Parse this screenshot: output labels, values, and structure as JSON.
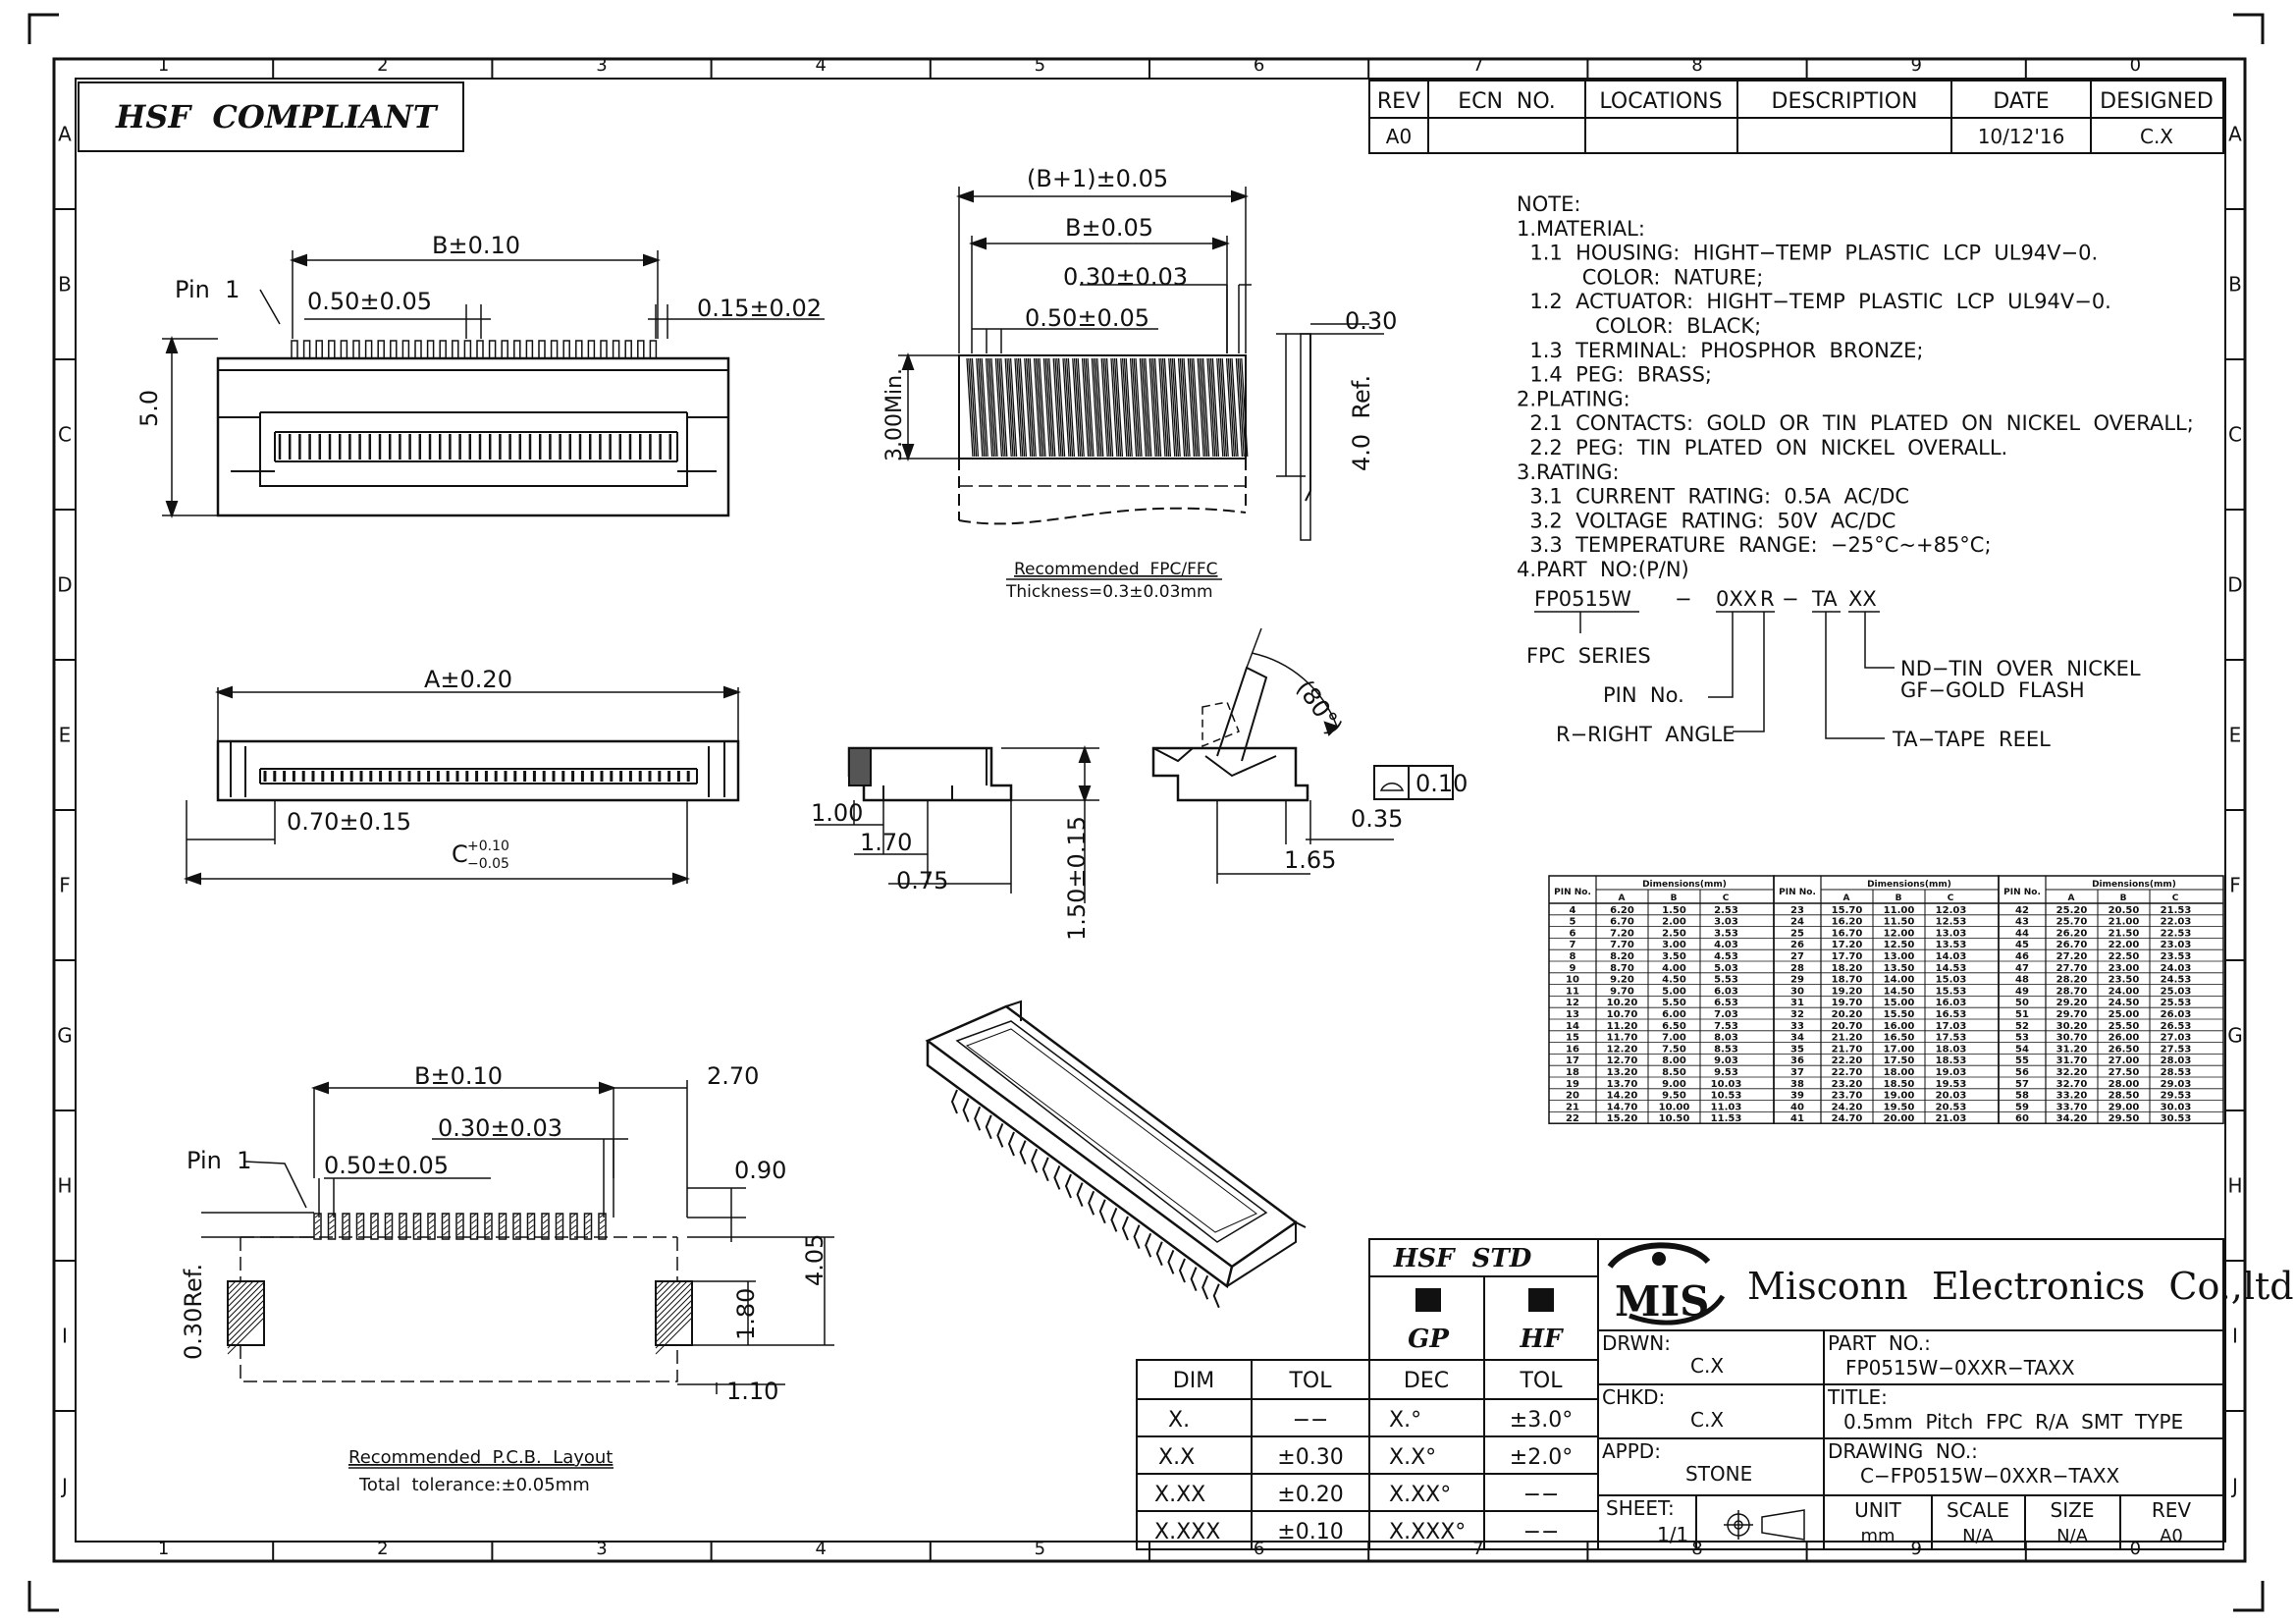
{
  "zone_cols": [
    "1",
    "2",
    "3",
    "4",
    "5",
    "6",
    "7",
    "8",
    "9",
    "0"
  ],
  "zone_rows": [
    "A",
    "B",
    "C",
    "D",
    "E",
    "F",
    "G",
    "H",
    "I",
    "J"
  ],
  "compliance_label": "HSF  COMPLIANT",
  "revision_table": {
    "headers": [
      "REV",
      "ECN  NO.",
      "LOCATIONS",
      "DESCRIPTION",
      "DATE",
      "DESIGNED"
    ],
    "rows": [
      [
        "A0",
        "",
        "",
        "",
        "10/12'16",
        "C.X"
      ]
    ]
  },
  "views": {
    "top_view": {
      "pin1": "Pin  1",
      "dims": [
        "B±0.10",
        "0.50±0.05",
        "0.15±0.02",
        "5.0"
      ]
    },
    "fpc_view": {
      "dims": [
        "(B+1)±0.05",
        "B±0.05",
        "0.30±0.03",
        "0.50±0.05",
        "3.00Min.",
        "0.30",
        "4.0  Ref."
      ],
      "caption": [
        "Recommended  FPC/FFC",
        "Thickness=0.3±0.03mm"
      ]
    },
    "front_view": {
      "dims": [
        "A±0.20",
        "0.70±0.15",
        "C"
      ],
      "c_tol_upper": "+0.10",
      "c_tol_lower": "−0.05"
    },
    "side_view": {
      "dims": [
        "1.00",
        "1.70",
        "0.75",
        "1.50±0.15"
      ]
    },
    "open_view": {
      "dims": [
        "(80°)",
        "0.10",
        "0.35",
        "1.65"
      ]
    },
    "pcb_view": {
      "pin1": "Pin  1",
      "dims": [
        "B±0.10",
        "2.70",
        "0.30±0.03",
        "0.50±0.05",
        "0.90",
        "4.05",
        "1.80",
        "0.30Ref.",
        "1.10"
      ],
      "caption": [
        "Recommended  P.C.B.  Layout",
        "Total  tolerance:±0.05mm"
      ]
    }
  },
  "notes": [
    "NOTE:",
    "1.MATERIAL:",
    "  1.1  HOUSING:  HIGHT−TEMP  PLASTIC  LCP  UL94V−0.",
    "          COLOR:  NATURE;",
    "  1.2  ACTUATOR:  HIGHT−TEMP  PLASTIC  LCP  UL94V−0.",
    "            COLOR:  BLACK;",
    "  1.3  TERMINAL:  PHOSPHOR  BRONZE;",
    "  1.4  PEG:  BRASS;",
    "2.PLATING:",
    "  2.1  CONTACTS:  GOLD  OR  TIN  PLATED  ON  NICKEL  OVERALL;",
    "  2.2  PEG:  TIN  PLATED  ON  NICKEL  OVERALL.",
    "3.RATING:",
    "  3.1  CURRENT  RATING:  0.5A  AC/DC",
    "  3.2  VOLTAGE  RATING:  50V  AC/DC",
    "  3.3  TEMPERATURE  RANGE:  −25°C~+85°C;",
    "4.PART  NO:(P/N)"
  ],
  "part_code": {
    "segments": [
      "FP0515W",
      "−",
      "0XX",
      "R",
      "−",
      "TA",
      "XX"
    ],
    "labels": {
      "series": "FPC  SERIES",
      "pin": "PIN  No.",
      "angle": "R−RIGHT  ANGLE",
      "tape": "TA−TAPE  REEL",
      "plating_1": "ND−TIN  OVER  NICKEL",
      "plating_2": "GF−GOLD  FLASH"
    }
  },
  "dimension_table": {
    "pin_header": "PIN No.",
    "group_header": "Dimensions(mm)",
    "sub_headers": [
      "A",
      "B",
      "C"
    ],
    "rows": [
      [
        "4",
        "6.20",
        "1.50",
        "2.53"
      ],
      [
        "5",
        "6.70",
        "2.00",
        "3.03"
      ],
      [
        "6",
        "7.20",
        "2.50",
        "3.53"
      ],
      [
        "7",
        "7.70",
        "3.00",
        "4.03"
      ],
      [
        "8",
        "8.20",
        "3.50",
        "4.53"
      ],
      [
        "9",
        "8.70",
        "4.00",
        "5.03"
      ],
      [
        "10",
        "9.20",
        "4.50",
        "5.53"
      ],
      [
        "11",
        "9.70",
        "5.00",
        "6.03"
      ],
      [
        "12",
        "10.20",
        "5.50",
        "6.53"
      ],
      [
        "13",
        "10.70",
        "6.00",
        "7.03"
      ],
      [
        "14",
        "11.20",
        "6.50",
        "7.53"
      ],
      [
        "15",
        "11.70",
        "7.00",
        "8.03"
      ],
      [
        "16",
        "12.20",
        "7.50",
        "8.53"
      ],
      [
        "17",
        "12.70",
        "8.00",
        "9.03"
      ],
      [
        "18",
        "13.20",
        "8.50",
        "9.53"
      ],
      [
        "19",
        "13.70",
        "9.00",
        "10.03"
      ],
      [
        "20",
        "14.20",
        "9.50",
        "10.53"
      ],
      [
        "21",
        "14.70",
        "10.00",
        "11.03"
      ],
      [
        "22",
        "15.20",
        "10.50",
        "11.53"
      ],
      [
        "23",
        "15.70",
        "11.00",
        "12.03"
      ],
      [
        "24",
        "16.20",
        "11.50",
        "12.53"
      ],
      [
        "25",
        "16.70",
        "12.00",
        "13.03"
      ],
      [
        "26",
        "17.20",
        "12.50",
        "13.53"
      ],
      [
        "27",
        "17.70",
        "13.00",
        "14.03"
      ],
      [
        "28",
        "18.20",
        "13.50",
        "14.53"
      ],
      [
        "29",
        "18.70",
        "14.00",
        "15.03"
      ],
      [
        "30",
        "19.20",
        "14.50",
        "15.53"
      ],
      [
        "31",
        "19.70",
        "15.00",
        "16.03"
      ],
      [
        "32",
        "20.20",
        "15.50",
        "16.53"
      ],
      [
        "33",
        "20.70",
        "16.00",
        "17.03"
      ],
      [
        "34",
        "21.20",
        "16.50",
        "17.53"
      ],
      [
        "35",
        "21.70",
        "17.00",
        "18.03"
      ],
      [
        "36",
        "22.20",
        "17.50",
        "18.53"
      ],
      [
        "37",
        "22.70",
        "18.00",
        "19.03"
      ],
      [
        "38",
        "23.20",
        "18.50",
        "19.53"
      ],
      [
        "39",
        "23.70",
        "19.00",
        "20.03"
      ],
      [
        "40",
        "24.20",
        "19.50",
        "20.53"
      ],
      [
        "41",
        "24.70",
        "20.00",
        "21.03"
      ],
      [
        "42",
        "25.20",
        "20.50",
        "21.53"
      ],
      [
        "43",
        "25.70",
        "21.00",
        "22.03"
      ],
      [
        "44",
        "26.20",
        "21.50",
        "22.53"
      ],
      [
        "45",
        "26.70",
        "22.00",
        "23.03"
      ],
      [
        "46",
        "27.20",
        "22.50",
        "23.53"
      ],
      [
        "47",
        "27.70",
        "23.00",
        "24.03"
      ],
      [
        "48",
        "28.20",
        "23.50",
        "24.53"
      ],
      [
        "49",
        "28.70",
        "24.00",
        "25.03"
      ],
      [
        "50",
        "29.20",
        "24.50",
        "25.53"
      ],
      [
        "51",
        "29.70",
        "25.00",
        "26.03"
      ],
      [
        "52",
        "30.20",
        "25.50",
        "26.53"
      ],
      [
        "53",
        "30.70",
        "26.00",
        "27.03"
      ],
      [
        "54",
        "31.20",
        "26.50",
        "27.53"
      ],
      [
        "55",
        "31.70",
        "27.00",
        "28.03"
      ],
      [
        "56",
        "32.20",
        "27.50",
        "28.53"
      ],
      [
        "57",
        "32.70",
        "28.00",
        "29.03"
      ],
      [
        "58",
        "33.20",
        "28.50",
        "29.53"
      ],
      [
        "59",
        "33.70",
        "29.00",
        "30.03"
      ],
      [
        "60",
        "34.20",
        "29.50",
        "30.53"
      ]
    ]
  },
  "tolerance_table": {
    "headers": [
      "DIM",
      "TOL"
    ],
    "rows": [
      [
        "X.",
        "−−"
      ],
      [
        "X.X",
        "±0.30"
      ],
      [
        "X.XX",
        "±0.20"
      ],
      [
        "X.XXX",
        "±0.10"
      ]
    ]
  },
  "hsf_std": {
    "title": "HSF  STD",
    "gp": "GP",
    "hf": "HF",
    "headers": [
      "DEC",
      "TOL"
    ],
    "rows": [
      [
        "X.°",
        "±3.0°"
      ],
      [
        "X.X°",
        "±2.0°"
      ],
      [
        "X.XX°",
        "−−"
      ],
      [
        "X.XXX°",
        "−−"
      ]
    ]
  },
  "title_block": {
    "logo": "MIS",
    "company": "Misconn  Electronics  Co.,ltd.",
    "drwn_label": "DRWN:",
    "drwn_value": "C.X",
    "chkd_label": "CHKD:",
    "chkd_value": "C.X",
    "appd_label": "APPD:",
    "appd_value": "STONE",
    "part_label": "PART  NO.:",
    "part_value": "FP0515W−0XXR−TAXX",
    "title_label": "TITLE:",
    "title_value": "0.5mm  Pitch  FPC  R/A  SMT  TYPE",
    "drawing_label": "DRAWING  NO.:",
    "drawing_value": "C−FP0515W−0XXR−TAXX",
    "sheet_label": "SHEET:",
    "sheet_value": "1/1",
    "unit_label": "UNIT",
    "unit_value": "mm",
    "scale_label": "SCALE",
    "scale_value": "N/A",
    "size_label": "SIZE",
    "size_value": "N/A",
    "rev_label": "REV",
    "rev_value": "A0"
  }
}
